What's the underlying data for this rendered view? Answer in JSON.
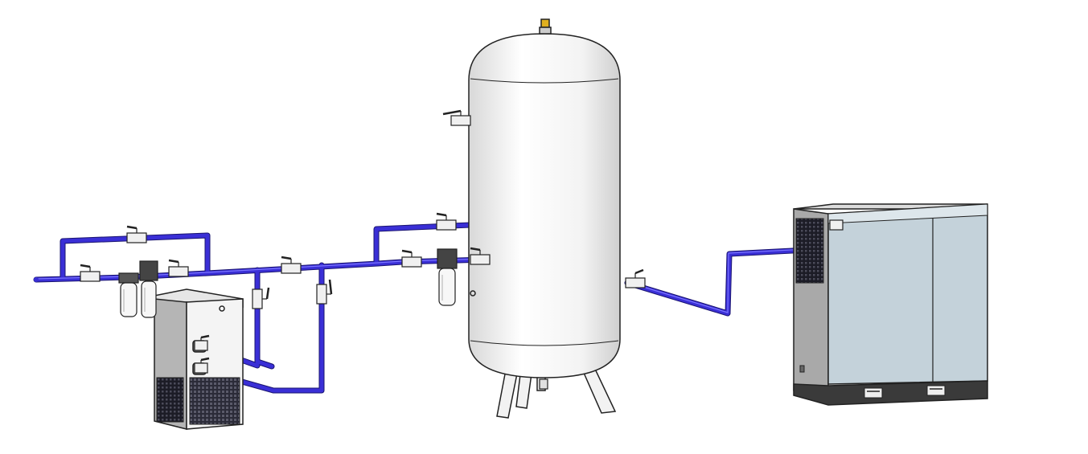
{
  "diagram": {
    "colors": {
      "pipe": "#3a2fd6",
      "pipe_edge": "#1a1470",
      "metal": "#eeeeee",
      "outline": "#222222",
      "compressor_panel": "#c4d2da",
      "compressor_base": "#3a3a3a",
      "dryer_grille": "#2a2a3a",
      "valve_handle": "#222222"
    },
    "components": [
      {
        "id": "air-receiver-tank",
        "icon": "vertical-tank-icon"
      },
      {
        "id": "screw-air-compressor",
        "icon": "compressor-cabinet-icon"
      },
      {
        "id": "refrigerated-air-dryer",
        "icon": "dryer-cabinet-icon"
      },
      {
        "id": "line-filter-1",
        "icon": "filter-housing-icon"
      },
      {
        "id": "line-filter-2",
        "icon": "filter-housing-icon"
      },
      {
        "id": "line-filter-3",
        "icon": "filter-housing-icon"
      },
      {
        "id": "ball-valves",
        "icon": "ball-valve-icon"
      }
    ]
  }
}
